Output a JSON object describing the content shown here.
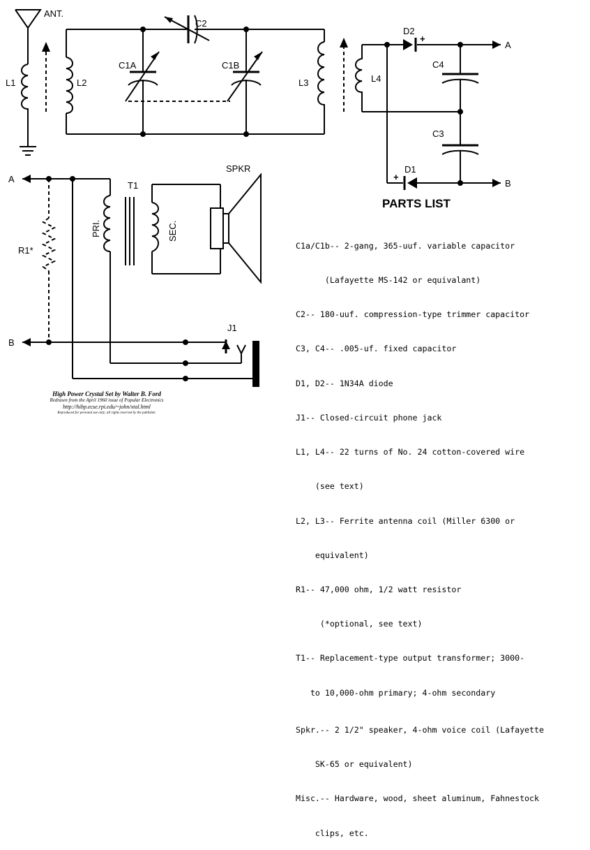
{
  "diagram": {
    "labels": {
      "ant": "ANT.",
      "l1": "L1",
      "l2": "L2",
      "l3": "L3",
      "l4": "L4",
      "c2": "C2",
      "c1a": "C1A",
      "c1b": "C1B",
      "c3": "C3",
      "c4": "C4",
      "d1": "D1",
      "d2": "D2",
      "plus": "+",
      "a": "A",
      "b": "B",
      "t1": "T1",
      "pri": "PRI.",
      "sec": "SEC.",
      "spkr": "SPKR",
      "r1": "R1*",
      "j1": "J1"
    }
  },
  "parts_list": {
    "title": "PARTS LIST",
    "lines": [
      "C1a/C1b-- 2-gang, 365-uuf. variable capacitor",
      "      (Lafayette MS-142 or equivalant)",
      "C2-- 180-uuf. compression-type trimmer capacitor",
      "C3, C4-- .005-uf. fixed capacitor",
      "D1, D2-- 1N34A diode",
      "J1-- Closed-circuit phone jack",
      "L1, L4-- 22 turns of No. 24 cotton-covered wire",
      "    (see text)",
      "L2, L3-- Ferrite antenna coil (Miller 6300 or",
      "    equivalent)",
      "R1-- 47,000 ohm, 1/2 watt resistor",
      "     (*optional, see text)",
      "T1-- Replacement-type output transformer; 3000-",
      "   to 10,000-ohm primary; 4-ohm secondary",
      "Spkr.-- 2 1/2\" speaker, 4-ohm voice coil (Lafayette",
      "    SK-65 or equivalent)",
      "Misc.-- Hardware, wood, sheet aluminum, Fahnestock",
      "    clips, etc."
    ]
  },
  "credit": {
    "title": "High Power Crystal Set by Walter B. Ford",
    "source": "Redrawn from the April 1960 issue of Popular Electronics",
    "url": "http://hibp.ecse.rpi.edu/~john/xtal.html",
    "fineprint": "Reproduced for personal use only; all rights reserved by the publisher."
  }
}
